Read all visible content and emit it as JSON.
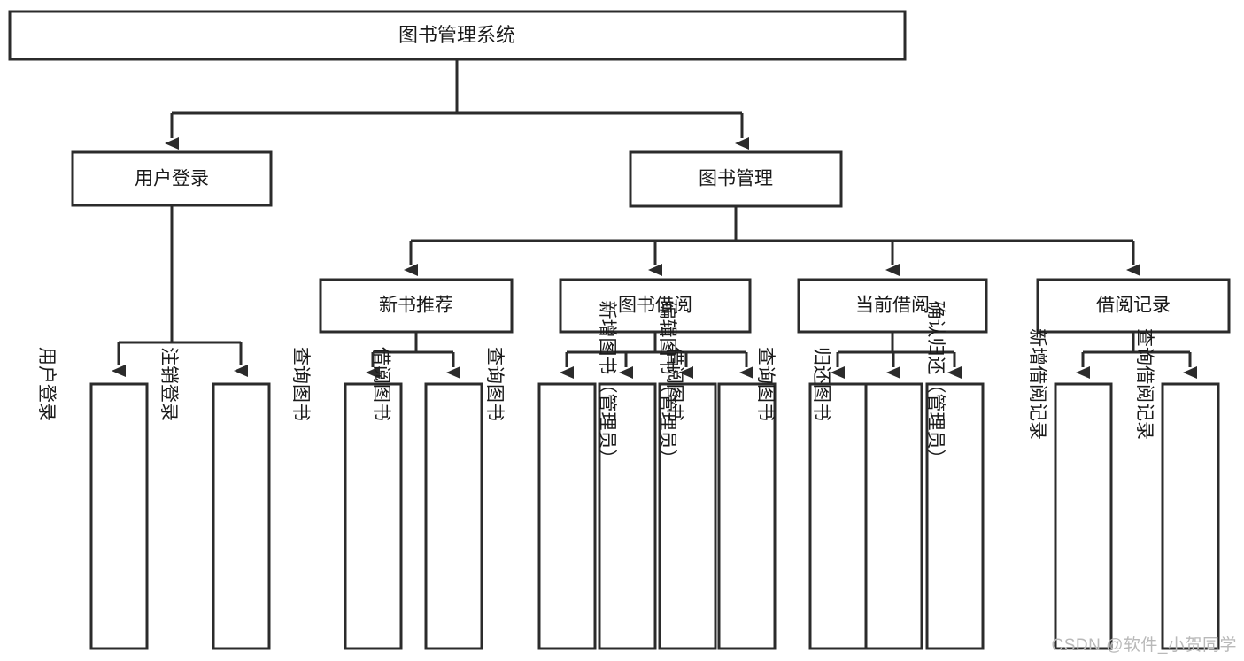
{
  "diagram": {
    "title": "图书管理系统",
    "type": "tree-hierarchy-diagram",
    "watermark": "CSDN @软件_小贺同学",
    "colors": {
      "stroke": "#2b2b2b",
      "fill": "#ffffff",
      "text": "#1a1a1a",
      "watermark": "#b9b9b9"
    },
    "root": {
      "id": "root",
      "label": "图书管理系统"
    },
    "level2": [
      {
        "id": "user-login",
        "label": "用户登录"
      },
      {
        "id": "book-manage",
        "label": "图书管理"
      }
    ],
    "level3": [
      {
        "id": "new-book-recommend",
        "label": "新书推荐",
        "parent": "book-manage"
      },
      {
        "id": "book-borrow",
        "label": "图书借阅",
        "parent": "book-manage"
      },
      {
        "id": "current-borrow",
        "label": "当前借阅",
        "parent": "book-manage"
      },
      {
        "id": "borrow-record",
        "label": "借阅记录",
        "parent": "book-manage"
      }
    ],
    "leaves": {
      "user-login": [
        {
          "id": "leaf-user-login",
          "label": "用户登录"
        },
        {
          "id": "leaf-user-logout",
          "label": "注销登录"
        }
      ],
      "new-book-recommend": [
        {
          "id": "leaf-query-book-1",
          "label": "查询图书"
        },
        {
          "id": "leaf-borrow-book-1",
          "label": "借阅图书"
        }
      ],
      "book-borrow": [
        {
          "id": "leaf-query-book-2",
          "label": "查询图书"
        },
        {
          "id": "leaf-add-book",
          "label": "新增图书（管理员）"
        },
        {
          "id": "leaf-edit-book",
          "label": "编辑图书（管理员）"
        },
        {
          "id": "leaf-borrow-book-2",
          "label": "借阅图书"
        }
      ],
      "current-borrow": [
        {
          "id": "leaf-query-book-3",
          "label": "查询图书"
        },
        {
          "id": "leaf-return-book",
          "label": "归还图书"
        },
        {
          "id": "leaf-confirm-return",
          "label": "确认归还（管理员）"
        }
      ],
      "borrow-record": [
        {
          "id": "leaf-add-record",
          "label": "新增借阅记录"
        },
        {
          "id": "leaf-query-record",
          "label": "查询借阅记录"
        }
      ]
    }
  }
}
